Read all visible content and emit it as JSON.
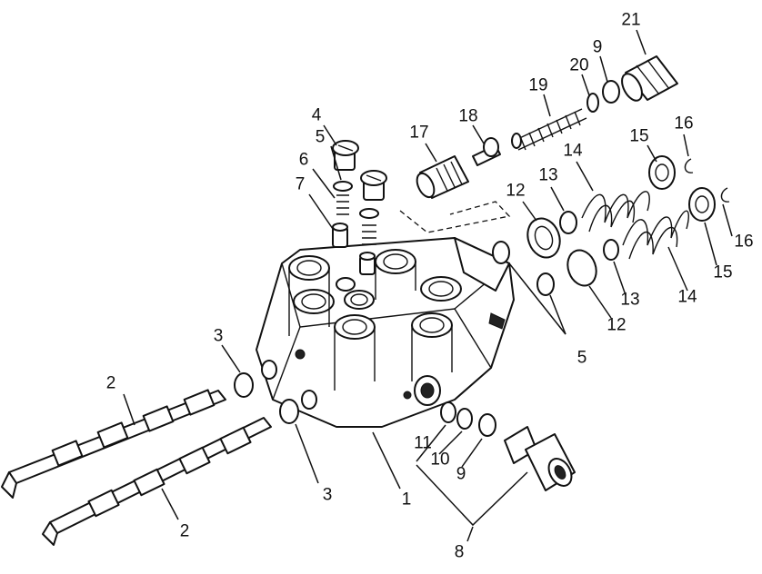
{
  "callouts": {
    "c1": "1",
    "c2a": "2",
    "c2b": "2",
    "c3a": "3",
    "c3b": "3",
    "c4": "4",
    "c5a": "5",
    "c5b": "5",
    "c6": "6",
    "c7": "7",
    "c8": "8",
    "c9a": "9",
    "c9b": "9",
    "c10": "10",
    "c11": "11",
    "c12a": "12",
    "c12b": "12",
    "c13a": "13",
    "c13b": "13",
    "c14a": "14",
    "c14b": "14",
    "c15a": "15",
    "c15b": "15",
    "c16a": "16",
    "c16b": "16",
    "c17": "17",
    "c18": "18",
    "c19": "19",
    "c20": "20",
    "c21": "21"
  },
  "colors": {
    "ink": "#111111",
    "background": "#ffffff"
  }
}
